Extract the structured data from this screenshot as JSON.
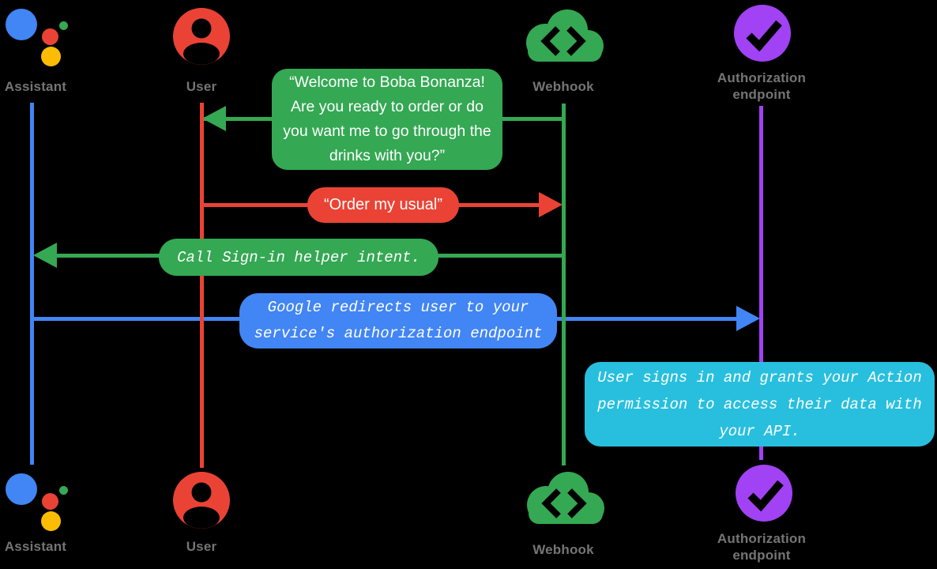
{
  "diagram": {
    "title_hidden": "",
    "background_color": "#000000",
    "actors": [
      {
        "id": "assistant",
        "label": "Assistant",
        "icon": "google-assistant-logo",
        "lifeline_color": "#4285F4"
      },
      {
        "id": "user",
        "label": "User",
        "icon": "user-icon",
        "lifeline_color": "#EA4335"
      },
      {
        "id": "webhook",
        "label": "Webhook",
        "icon": "cloud-code-icon",
        "lifeline_color": "#34A853"
      },
      {
        "id": "auth_endpoint",
        "label": "Authorization endpoint",
        "icon": "checkmark-circle-icon",
        "lifeline_color": "#A142F4"
      }
    ],
    "messages": [
      {
        "id": "welcome",
        "from": "Webhook",
        "to": "User",
        "style": "speech",
        "color": "#34A853",
        "text": "“Welcome to Boba Bonanza! Are you ready to order or do you want me to go through the drinks with you?”"
      },
      {
        "id": "order",
        "from": "User",
        "to": "Webhook",
        "style": "speech",
        "color": "#EA4335",
        "text": "“Order my usual”"
      },
      {
        "id": "signin_helper",
        "from": "Webhook",
        "to": "Assistant",
        "style": "code",
        "color": "#34A853",
        "text": "Call Sign-in helper intent."
      },
      {
        "id": "redirect",
        "from": "Assistant",
        "to": "Authorization endpoint",
        "style": "code",
        "color": "#4285F4",
        "text": "Google redirects user to your service's authorization endpoint"
      },
      {
        "id": "grant",
        "from": "Authorization endpoint",
        "to": "Authorization endpoint",
        "style": "code-note",
        "color": "#28BFDE",
        "text": "User signs in and grants your Action permission to access their data with your API."
      }
    ],
    "colors": {
      "assistant_blue": "#4285F4",
      "user_red": "#EA4335",
      "webhook_green": "#34A853",
      "auth_purple": "#A142F4",
      "note_cyan": "#28BFDE",
      "assistant_yellow": "#FBBC04",
      "label_gray": "#757575"
    }
  }
}
